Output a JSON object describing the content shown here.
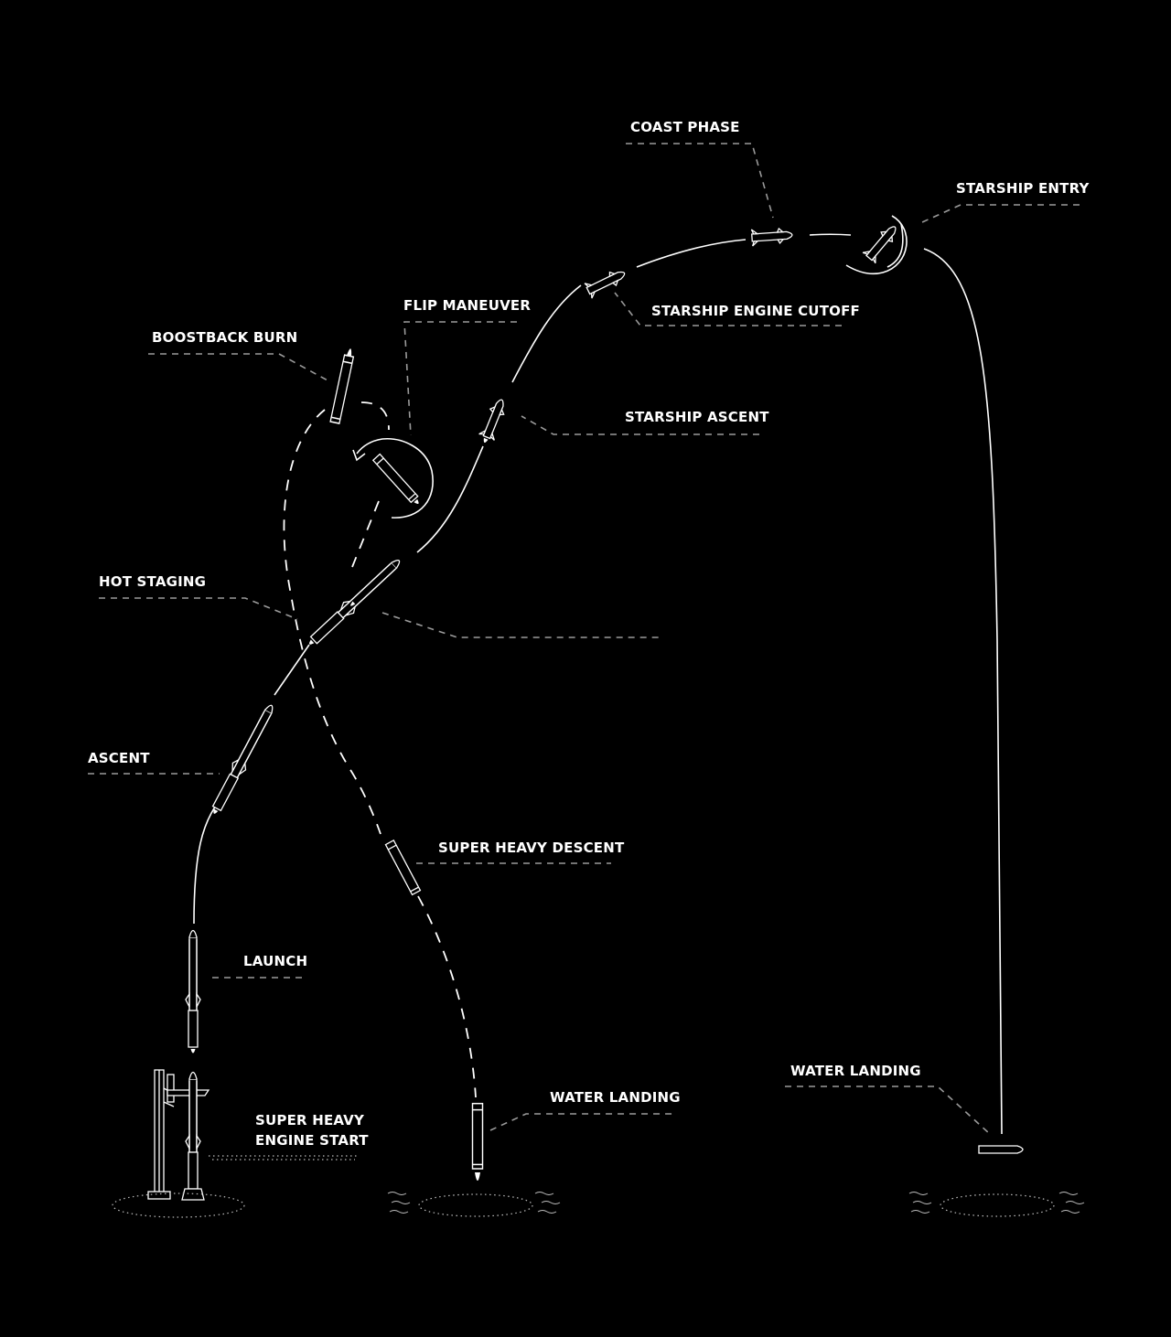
{
  "diagram": {
    "background": "#000000",
    "foreground": "#ffffff",
    "leader_color": "#9a9a9a"
  },
  "labels": {
    "coast_phase": "COAST PHASE",
    "starship_entry": "STARSHIP ENTRY",
    "flip_maneuver": "FLIP MANEUVER",
    "starship_engine_cutoff": "STARSHIP ENGINE CUTOFF",
    "boostback_burn": "BOOSTBACK BURN",
    "starship_ascent": "STARSHIP ASCENT",
    "hot_staging": "HOT STAGING",
    "ascent": "ASCENT",
    "super_heavy_descent": "SUPER HEAVY DESCENT",
    "launch": "LAUNCH",
    "water_landing_booster": "WATER LANDING",
    "water_landing_ship": "WATER LANDING",
    "super_heavy_engine_start_line1": "SUPER HEAVY",
    "super_heavy_engine_start_line2": "ENGINE START"
  }
}
